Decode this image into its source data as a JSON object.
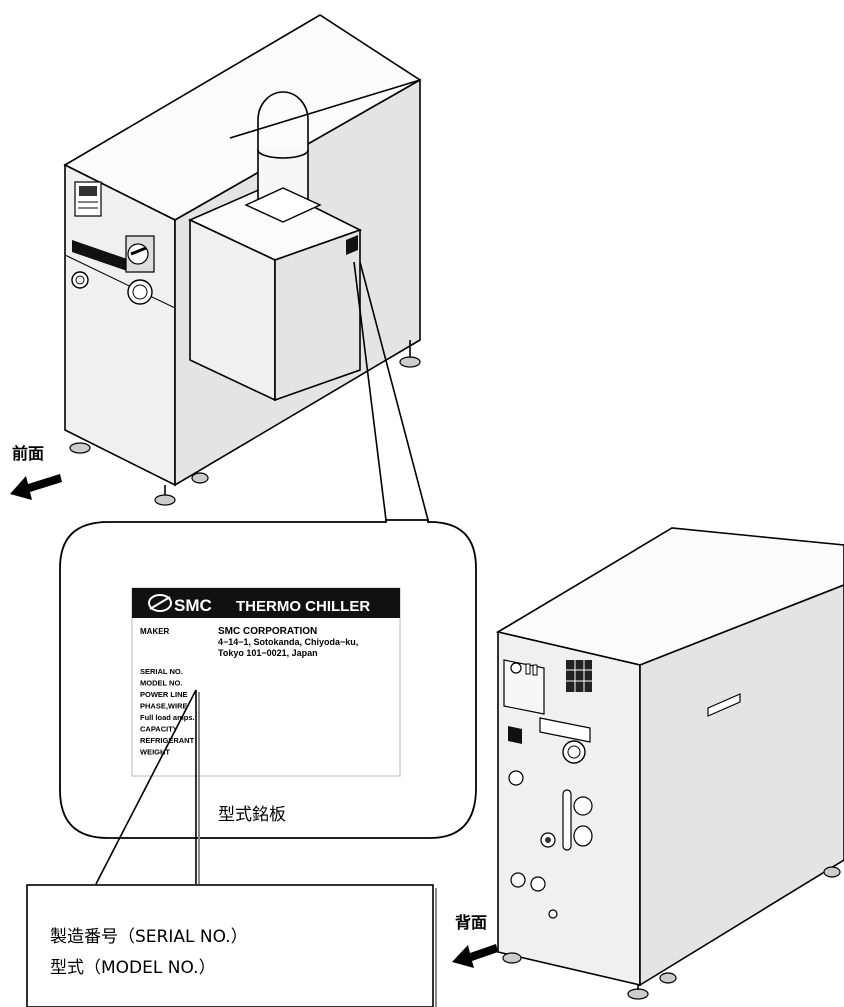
{
  "labels": {
    "front": "前面",
    "rear": "背面",
    "nameplate_caption": "型式銘板",
    "callout_line1": "製造番号（SERIAL NO.）",
    "callout_line2": "型式（MODEL NO.）"
  },
  "nameplate": {
    "brand": "SMC",
    "product": "THERMO CHILLER",
    "maker_label": "MAKER",
    "maker_name": "SMC CORPORATION",
    "address_line1": "4−14−1, Sotokanda, Chiyoda−ku,",
    "address_line2": "Tokyo 101−0021, Japan",
    "rows": [
      "SERIAL NO.",
      "MODEL NO.",
      "POWER LINE",
      "PHASE,WIRE",
      "Full load amps.",
      "CAPACITY",
      "REFRIGERANT",
      "WEIGHT"
    ]
  },
  "colors": {
    "line": "#000000",
    "nameplate_header": "#111111",
    "background": "#ffffff"
  },
  "icons": {
    "front_arrow": "arrow-down-left-icon",
    "rear_arrow": "arrow-down-left-icon",
    "smc_logo": "smc-logo-icon"
  }
}
